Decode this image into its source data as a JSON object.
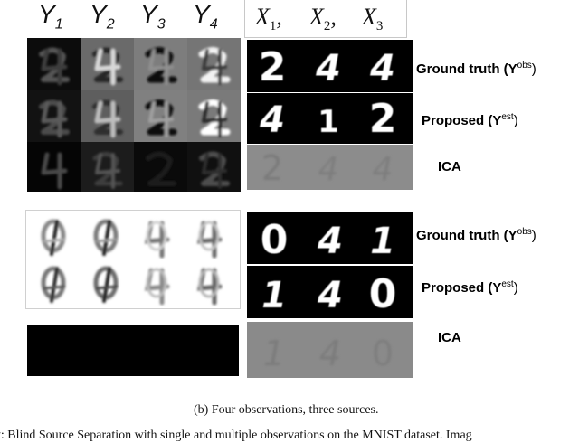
{
  "top_headers": {
    "y_labels": [
      {
        "sym": "Y",
        "sub": "1"
      },
      {
        "sym": "Y",
        "sub": "2"
      },
      {
        "sym": "Y",
        "sub": "3"
      },
      {
        "sym": "Y",
        "sub": "4"
      }
    ],
    "x_labels": [
      {
        "sym": "X",
        "sub": "1",
        "sep": ","
      },
      {
        "sym": "X",
        "sub": "2",
        "sep": ","
      },
      {
        "sym": "X",
        "sub": "3",
        "sep": ""
      }
    ]
  },
  "set1": {
    "rows": [
      {
        "label_main": "Ground truth (Y",
        "label_sup": "obs",
        "label_close": ")",
        "digits": [
          "2",
          "4",
          "4"
        ]
      },
      {
        "label_main": "Proposed (Y",
        "label_sup": "est",
        "label_close": ")",
        "digits": [
          "4",
          "1",
          "2"
        ]
      },
      {
        "label_main": "ICA",
        "label_sup": "",
        "label_close": "",
        "digits": [
          "2",
          "4",
          "4"
        ]
      }
    ]
  },
  "set2": {
    "rows": [
      {
        "label_main": "Ground truth (Y",
        "label_sup": "obs",
        "label_close": ")",
        "digits": [
          "0",
          "4",
          "1"
        ]
      },
      {
        "label_main": "Proposed (Y",
        "label_sup": "est",
        "label_close": ")",
        "digits": [
          "1",
          "4",
          "0"
        ]
      },
      {
        "label_main": "ICA",
        "label_sup": "",
        "label_close": "",
        "digits": [
          "1",
          "4",
          "0"
        ]
      }
    ]
  },
  "caption": "(b) Four observations, three sources.",
  "bottom_text": "Blind Source Separation with single and multiple observations on the MNIST dataset. Imag",
  "bottom_prefix": "t:"
}
